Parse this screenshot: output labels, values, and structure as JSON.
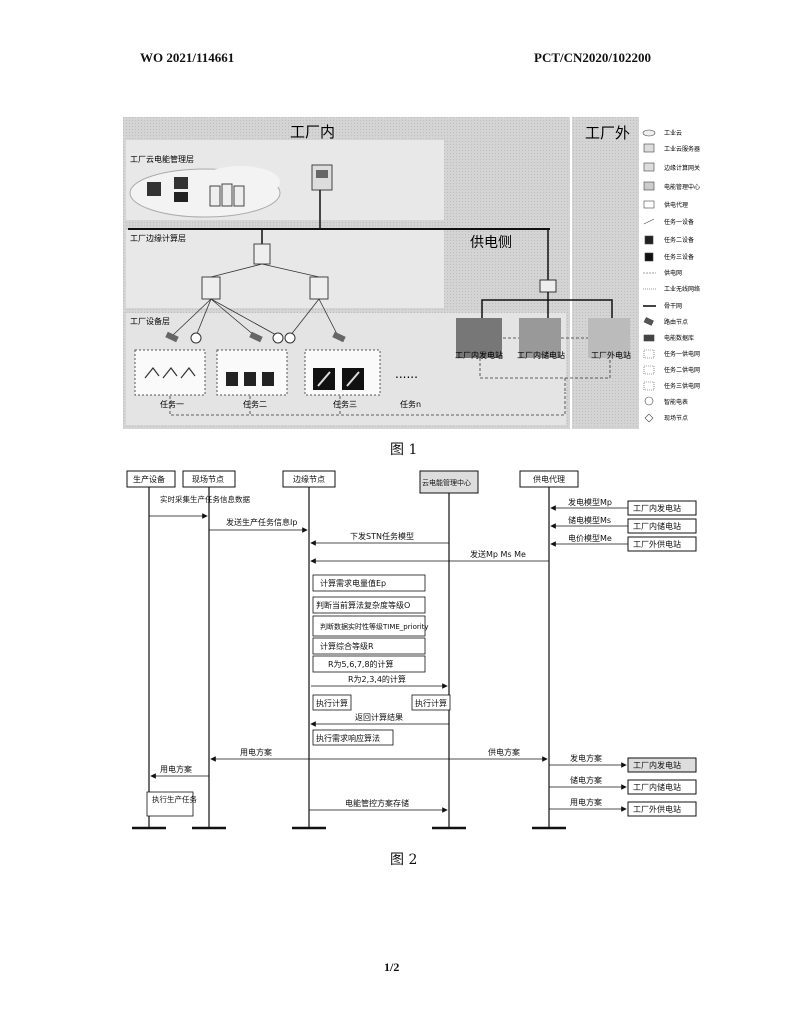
{
  "header": {
    "left": "WO 2021/114661",
    "right": "PCT/CN2020/102200"
  },
  "fig1": {
    "caption": "图 1",
    "factory_inside": "工厂内",
    "factory_outside": "工厂外",
    "cloud_layer": "工厂云电能管理层",
    "edge_layer": "工厂边缘计算层",
    "device_layer": "工厂设备层",
    "supply_side": "供电侧",
    "stations": [
      "工厂内发电站",
      "工厂内储电站",
      "工厂外电站"
    ],
    "tasks": [
      "任务一",
      "任务二",
      "任务三",
      "任务n"
    ],
    "dots": "......",
    "legend": [
      "工业云",
      "工业云服务器",
      "边缘计算网关",
      "电能管理中心",
      "供电代理",
      "任务一设备",
      "任务二设备",
      "任务三设备",
      "供电网",
      "工业无线网络",
      "骨干网",
      "路由节点",
      "电能数据库",
      "任务一供电网",
      "任务二供电网",
      "任务三供电网",
      "智能电表",
      "现场节点"
    ]
  },
  "fig2": {
    "caption": "图 2",
    "lanes": [
      "生产设备",
      "现场节点",
      "边缘节点",
      "云电能管理中心",
      "供电代理"
    ],
    "stations_top": [
      "工厂内发电站",
      "工厂内储电站",
      "工厂外供电站"
    ],
    "model_labels": [
      "发电模型Mp",
      "储电模型Ms",
      "电价模型Me"
    ],
    "collect_note": "实时采集生产任务信息数据",
    "send_info": "发送生产任务信息Ip",
    "issue_model": "下发STN任务模型",
    "send_models": "发送Mp Ms Me",
    "steps": [
      "计算需求电量值Ep",
      "判断当前算法复杂度等级O",
      "判断数据实时性等级TIME_priority",
      "计算综合等级R",
      "R为5,6,7,8的计算",
      "R为2,3,4的计算"
    ],
    "exec_compute": "执行计算",
    "return_result": "返回计算结果",
    "exec_algo": "执行需求响应算法",
    "usage_plan": "用电方案",
    "supply_plan": "供电方案",
    "usage_plan2": "用电方案",
    "gen_plan": "发电方案",
    "store_plan": "储电方案",
    "use_plan": "用电方案",
    "exec_task": "执行生产任务",
    "store_scheme": "电能管控方案存储",
    "stations_bottom": [
      "工厂内发电站",
      "工厂内储电站",
      "工厂外供电站"
    ]
  },
  "page_number": "1/2"
}
